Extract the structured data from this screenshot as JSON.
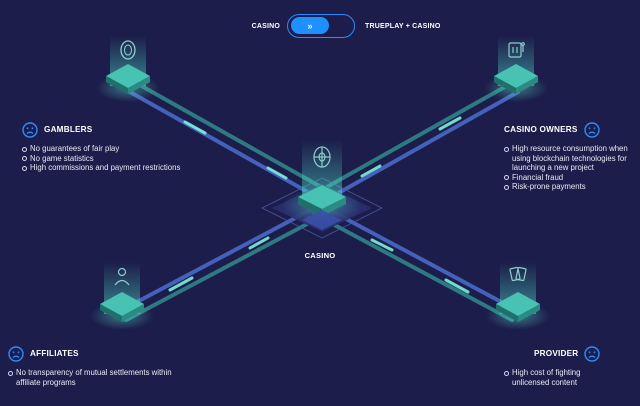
{
  "toggle": {
    "left_label": "CASINO",
    "right_label": "TRUEPLAY + CASINO",
    "knob_glyph": "»",
    "accent": "#1e90ff"
  },
  "hub": {
    "label": "CASINO"
  },
  "gamblers": {
    "title": "GAMBLERS",
    "items": [
      "No guarantees of fair play",
      "No game statistics",
      "High commissions and payment restrictions"
    ]
  },
  "casino_owners": {
    "title": "CASINO OWNERS",
    "items": [
      "High resource consumption when using blockchain technologies for launching a new project",
      "Financial fraud",
      "Risk-prone payments"
    ]
  },
  "affiliates": {
    "title": "AFFILIATES",
    "items": [
      "No transparency of mutual settlements within affiliate programs"
    ]
  },
  "provider": {
    "title": "PROVIDER",
    "items": [
      "High cost of fighting unlicensed content"
    ]
  },
  "colors": {
    "background": "#1c1d4a",
    "platform_teal": "#3fb6a8",
    "line_blue": "#4c6fd1",
    "line_teal": "#3ec6b0",
    "sad_face": "#2f8cff"
  },
  "icons": {
    "sad_face": "sad-face-icon",
    "gamblers_node": "chip-icon",
    "owners_node": "slot-machine-icon",
    "affiliates_node": "person-icon",
    "provider_node": "cards-icon",
    "hub_node": "roulette-icon"
  }
}
